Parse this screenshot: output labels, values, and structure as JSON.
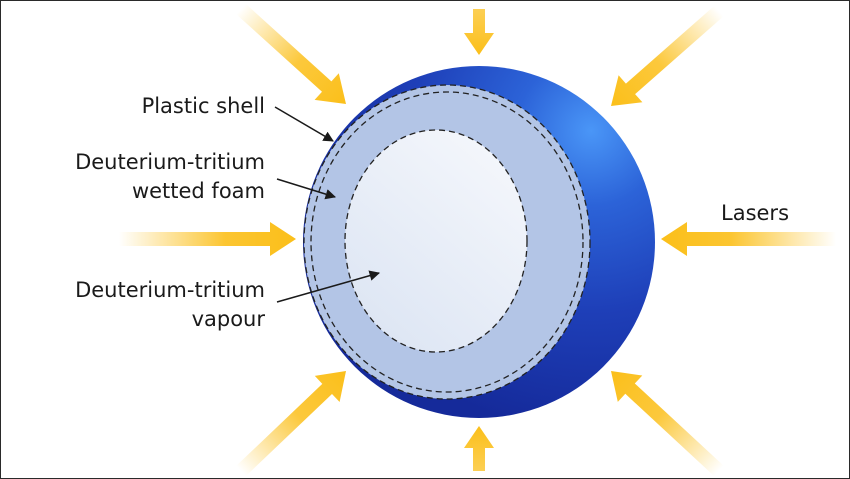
{
  "labels": {
    "plastic_shell": "Plastic shell",
    "wetted_foam_line1": "Deuterium-tritium",
    "wetted_foam_line2": "wetted foam",
    "vapour_line1": "Deuterium-tritium",
    "vapour_line2": "vapour",
    "lasers": "Lasers"
  },
  "colors": {
    "laser_arrow": "#fbbf1a",
    "sphere_outer": "#1b37b0",
    "sphere_highlight": "#3d86f2",
    "foam_layer": "#b3c5e6",
    "vapour_core": "#e9eff9",
    "dashed_outline": "#222222",
    "leader_line": "#1a1a1a"
  }
}
